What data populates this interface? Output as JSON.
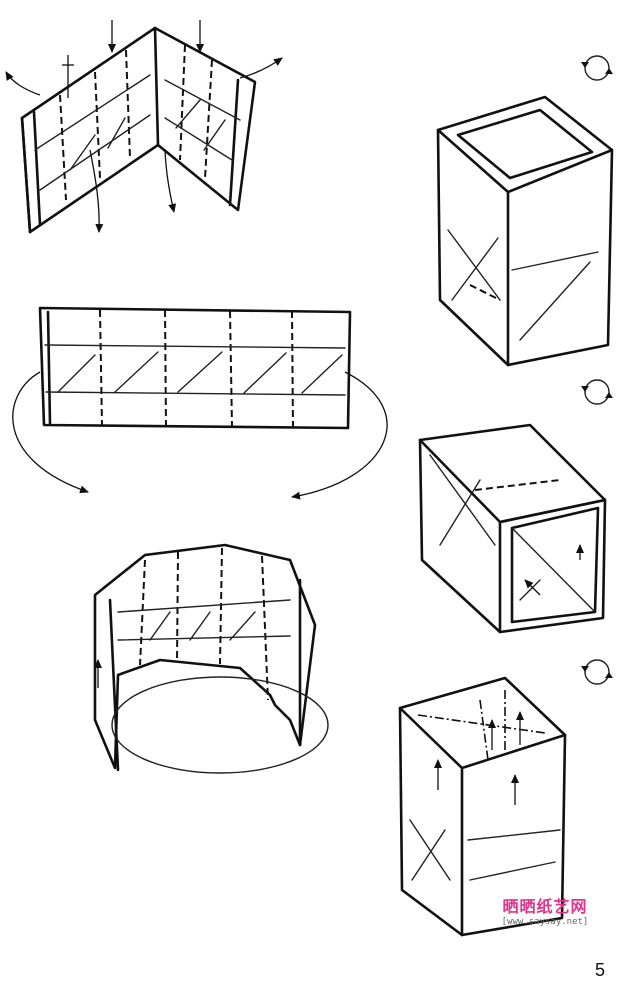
{
  "watermark": {
    "logo_text": "晒晒纸艺网",
    "url_text": "[www.saysay.net]",
    "logo_color": "#e0348a"
  },
  "page_number": "5",
  "icons": [
    "rotate-icon",
    "rotate-icon",
    "rotate-icon"
  ]
}
